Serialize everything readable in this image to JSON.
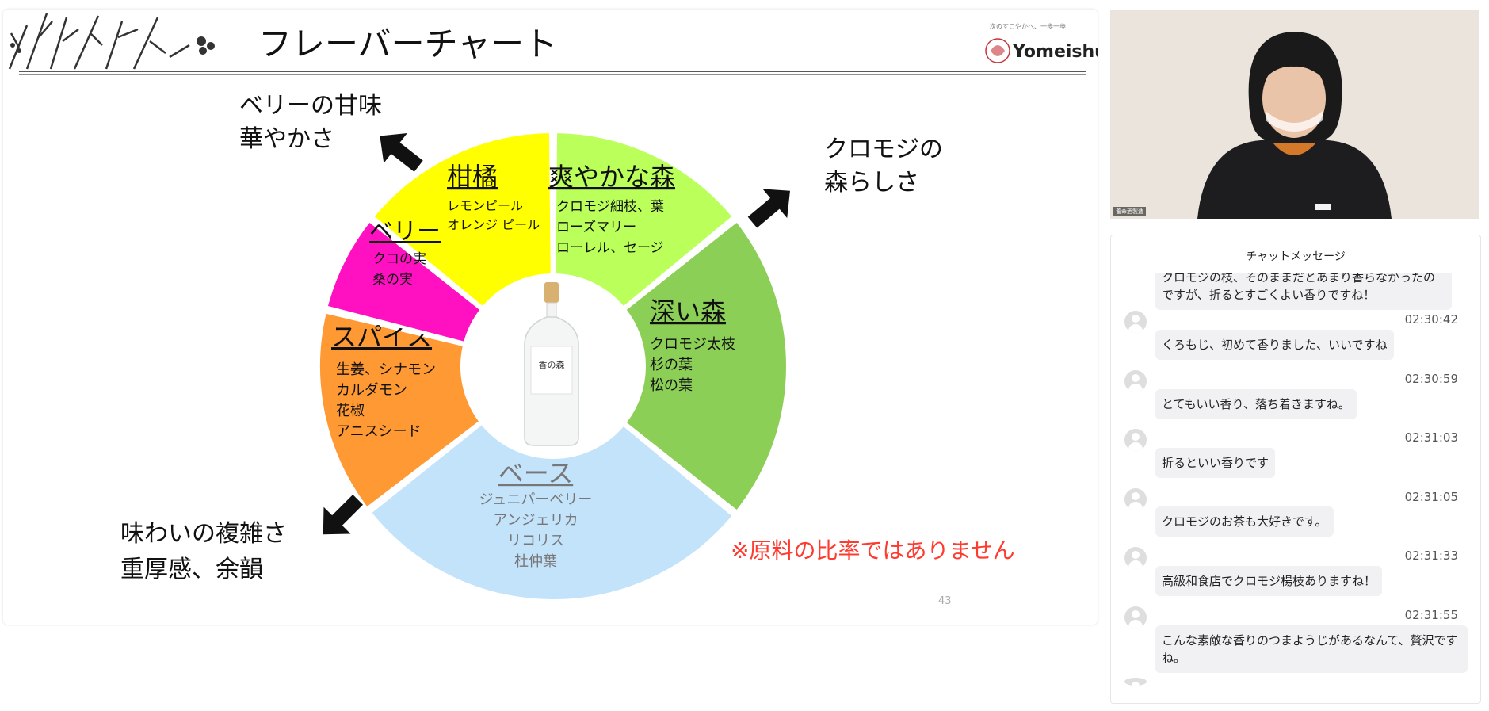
{
  "slide": {
    "title": "フレーバーチャート",
    "tagline": "次のすこやかへ、一歩一歩",
    "brand": "Yomeishu",
    "page_number": "43",
    "note": "※原料の比率ではありません",
    "bottle_label": "香の森",
    "segments": [
      {
        "id": "citrus",
        "title": "柑橘",
        "items": [
          "レモンピール",
          "オレンジ ピール"
        ],
        "color": "#ffff00",
        "text_color": "#111111"
      },
      {
        "id": "fresh-forest",
        "title": "爽やかな森",
        "items": [
          "クロモジ細枝、葉",
          "ローズマリー",
          "ローレル、セージ"
        ],
        "color": "#bbff5a",
        "text_color": "#111111"
      },
      {
        "id": "deep-forest",
        "title": "深い森",
        "items": [
          "クロモジ太枝",
          "杉の葉",
          "松の葉"
        ],
        "color": "#8ccf57",
        "text_color": "#111111"
      },
      {
        "id": "base",
        "title": "ベース",
        "items": [
          "ジュニパーベリー",
          "アンジェリカ",
          "リコリス",
          "杜仲葉"
        ],
        "color": "#c3e3fb",
        "text_color": "#777777"
      },
      {
        "id": "spice",
        "title": "スパイス",
        "items": [
          "生姜、シナモン",
          "カルダモン",
          "花椒",
          "アニスシード"
        ],
        "color": "#ff9933",
        "text_color": "#111111"
      },
      {
        "id": "berry",
        "title": "ベリー",
        "items": [
          "クコの実",
          "桑の実"
        ],
        "color": "#ff11c2",
        "text_color": "#111111"
      }
    ],
    "arrow_labels": {
      "top_left": [
        "ベリーの甘味",
        "華やかさ"
      ],
      "top_right": [
        "クロモジの",
        "森らしさ"
      ],
      "bottom_left": [
        "味わいの複雑さ",
        "重厚感、余韻"
      ]
    }
  },
  "video": {
    "name_tag": "養命酒製造"
  },
  "chat": {
    "title": "チャットメッセージ",
    "messages": [
      {
        "time": "",
        "text": "クロモジの枝、そのままだとあまり香らなかったのですが、折るとすごくよい香りですね！"
      },
      {
        "time": "02:30:42",
        "text": "くろもじ、初めて香りました、いいですね"
      },
      {
        "time": "02:30:59",
        "text": "とてもいい香り、落ち着きますね。"
      },
      {
        "time": "02:31:03",
        "text": "折るといい香りです"
      },
      {
        "time": "02:31:05",
        "text": "クロモジのお茶も大好きです。"
      },
      {
        "time": "02:31:33",
        "text": "高級和食店でクロモジ楊枝ありますね！"
      },
      {
        "time": "02:31:55",
        "text": "こんな素敵な香りのつまようじがあるなんて、贅沢ですね。"
      }
    ]
  }
}
